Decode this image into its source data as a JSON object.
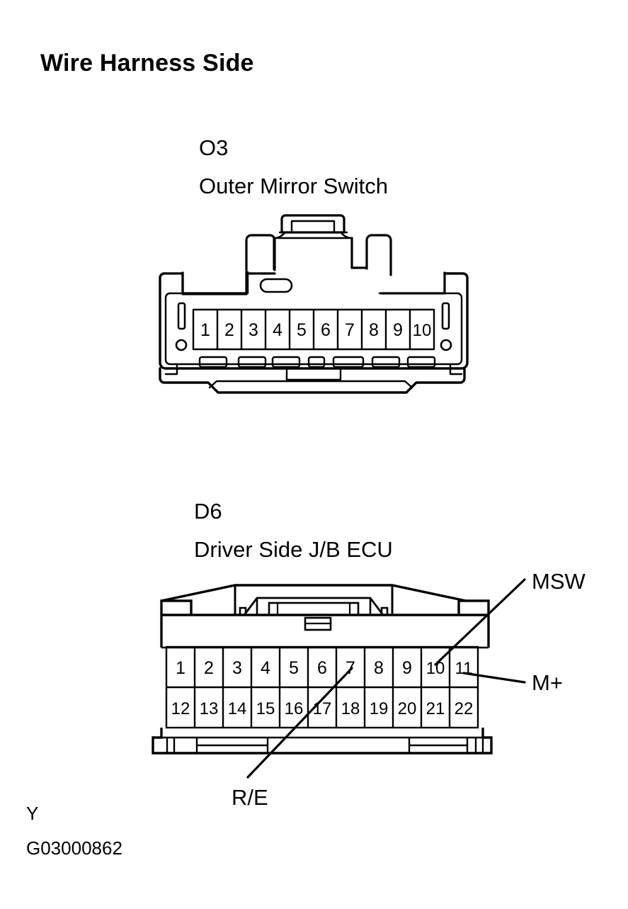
{
  "page": {
    "title": "Wire Harness Side",
    "color_code": "Y",
    "figure_id": "G03000862",
    "background": "#ffffff",
    "ink": "#000000"
  },
  "connectors": [
    {
      "id": "o3",
      "code": "O3",
      "name": "Outer Mirror Switch",
      "pin_count": 10,
      "rows": [
        {
          "pins": [
            "1",
            "2",
            "3",
            "4",
            "5",
            "6",
            "7",
            "8",
            "9",
            "10"
          ]
        }
      ],
      "callouts": []
    },
    {
      "id": "d6",
      "code": "D6",
      "name": "Driver Side J/B ECU",
      "pin_count": 22,
      "rows": [
        {
          "pins": [
            "1",
            "2",
            "3",
            "4",
            "5",
            "6",
            "7",
            "8",
            "9",
            "10",
            "11"
          ]
        },
        {
          "pins": [
            "12",
            "13",
            "14",
            "15",
            "16",
            "17",
            "18",
            "19",
            "20",
            "21",
            "22"
          ]
        }
      ],
      "callouts": [
        {
          "label": "MSW",
          "pin": "10"
        },
        {
          "label": "M+",
          "pin": "11"
        },
        {
          "label": "R/E",
          "pin": "7"
        }
      ]
    }
  ]
}
